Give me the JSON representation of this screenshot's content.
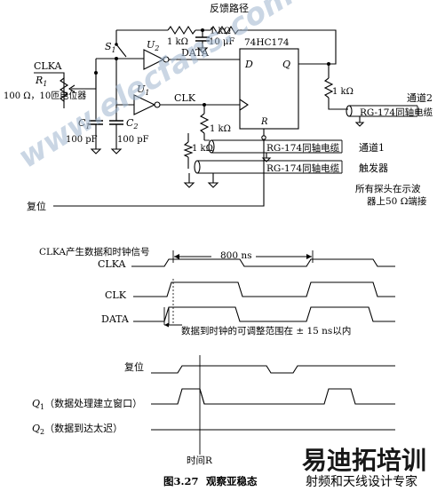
{
  "circuit": {
    "feedback_path": "反馈路径",
    "r_feedback_1": "1 kΩ",
    "r_feedback_2": "1 kΩ",
    "c_feedback": "10 μF",
    "s1": "S",
    "s1_sub": "1",
    "u2": "U",
    "u2_sub": "2",
    "u1": "U",
    "u1_sub": "1",
    "chip": "74HC174",
    "pin_d": "D",
    "pin_q": "Q",
    "pin_r": "R",
    "clka": "CLKA",
    "r1": "R",
    "r1_sub": "1",
    "pot_desc": "100 Ω，10匝电位器",
    "data": "DATA",
    "clk": "CLK",
    "c1": "C",
    "c1_sub": "1",
    "c1_val": "100 pF",
    "c2": "C",
    "c2_sub": "2",
    "c2_val": "100 pF",
    "r_clk": "1 kΩ",
    "r_trig": "1 kΩ",
    "r_q": "1 kΩ",
    "channel2": "通道2",
    "cable_ch2": "RG-174同轴电缆",
    "cable_ch1": "RG-174同轴电缆",
    "channel1": "通道1",
    "cable_trig": "RG-174同轴电缆",
    "trigger": "触发器",
    "reset": "复位",
    "probe_note_1": "所有探头在示波",
    "probe_note_2": "器上50 Ω端接"
  },
  "timing_top": {
    "title": "CLKA产生数据和时钟信号",
    "period": "800 ns",
    "clka": "CLKA",
    "clk": "CLK",
    "data": "DATA",
    "range_note": "数据到时钟的可调整范围在 ± 15 ns以内"
  },
  "timing_bottom": {
    "reset": "复位",
    "q1": "Q",
    "q1_sub": "1",
    "q1_desc": "（数据处理建立窗口）",
    "q2": "Q",
    "q2_sub": "2",
    "q2_desc": "（数据到达太迟）",
    "time_r": "时间R"
  },
  "caption": {
    "figure": "图3.27",
    "text": "观察亚稳态"
  },
  "watermark": {
    "site": "www.elecfans.com",
    "brand_line1": "易迪拓培训",
    "brand_line2": "射频和天线设计专家"
  }
}
